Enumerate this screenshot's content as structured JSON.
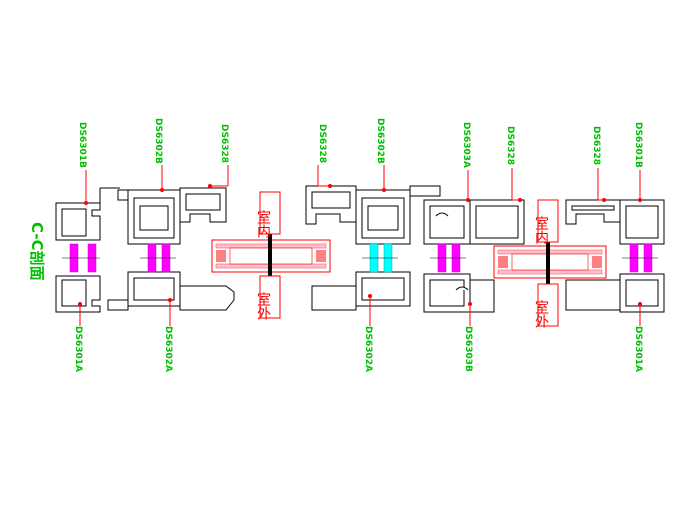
{
  "title": "C-C剖面",
  "labels_top": [
    "DS6301B",
    "DS6302B",
    "DS6328",
    "DS6328",
    "DS6302B",
    "DS6303A",
    "DS6328",
    "DS6328",
    "DS6301B"
  ],
  "labels_bottom": [
    "DS6301A",
    "DS6302A",
    "DS6302A",
    "DS6303B",
    "DS6301A"
  ],
  "interior": "室内",
  "exterior": "室外",
  "colors": {
    "label": "#00c000",
    "leader": "#ff0000",
    "profile": "#000000",
    "gasket": "#ff00ff",
    "gasket_alt": "#00ffff",
    "glass_frame": "#ff0000"
  }
}
